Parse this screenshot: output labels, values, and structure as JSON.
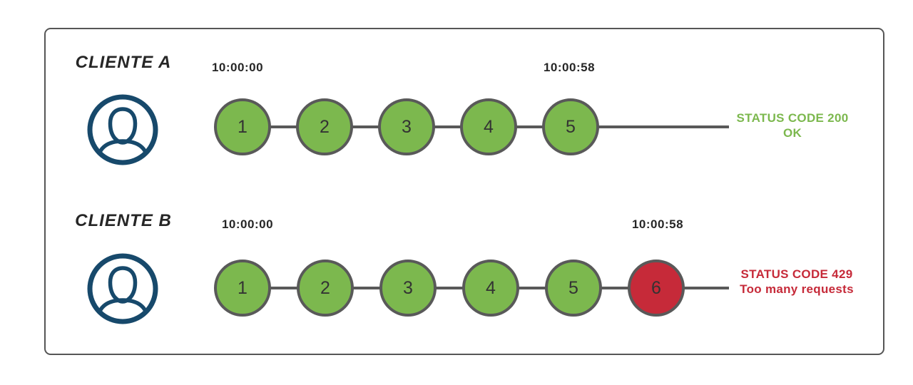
{
  "colors": {
    "green": "#7CB84E",
    "red": "#C62A39",
    "navy": "#17496B",
    "stroke": "#595959",
    "frame": "#565656",
    "ink": "#262626"
  },
  "icons": {
    "client_avatar": "user-circle-icon"
  },
  "rows": [
    {
      "client": "CLIENTE A",
      "start_time": "10:00:00",
      "end_time": "10:00:58",
      "requests": [
        "1",
        "2",
        "3",
        "4",
        "5"
      ],
      "status_line1": "STATUS CODE 200",
      "status_line2": "OK"
    },
    {
      "client": "CLIENTE B",
      "start_time": "10:00:00",
      "end_time": "10:00:58",
      "requests": [
        "1",
        "2",
        "3",
        "4",
        "5",
        "6"
      ],
      "status_line1": "STATUS CODE 429",
      "status_line2": "Too many requests"
    }
  ]
}
